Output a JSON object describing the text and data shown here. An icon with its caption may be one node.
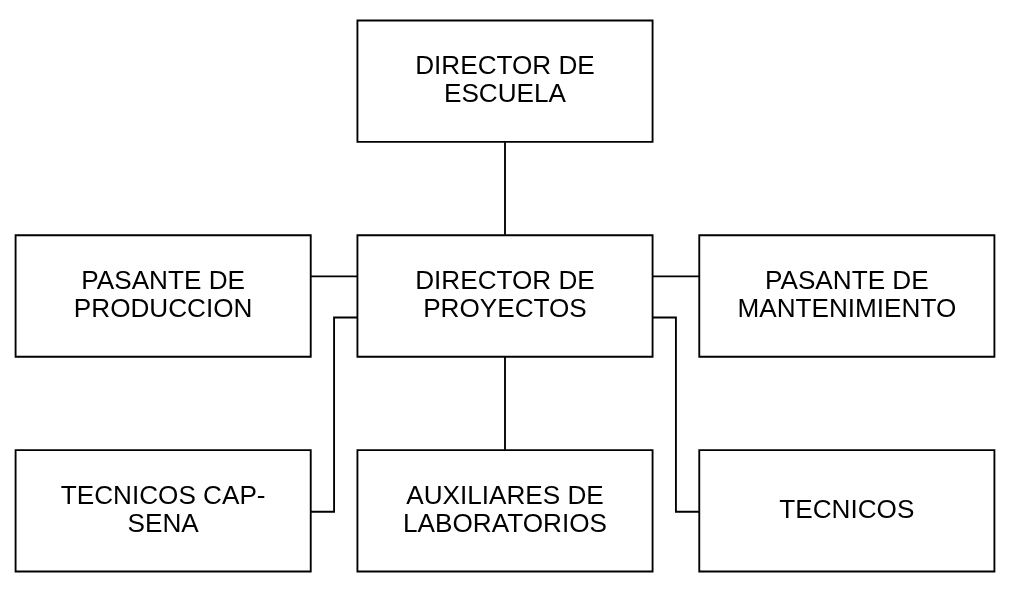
{
  "diagram": {
    "nodes": [
      {
        "text": [
          "DIRECTOR DE ESCUELA"
        ]
      },
      {
        "text": [
          "PASANTE DE PRODUCCION"
        ]
      },
      {
        "text": [
          "DIRECTOR DE PROYECTOS"
        ]
      },
      {
        "text": [
          "PASANTE DE MANTENIMIENTO"
        ]
      },
      {
        "text": [
          "TECNICOS CAP- SENA"
        ]
      },
      {
        "text": [
          "AUXILIARES DE LABORATORIOS"
        ]
      },
      {
        "text": [
          "TECNICOS"
        ]
      }
    ],
    "edges": [
      {
        "from": 0,
        "to": 2,
        "arrow": "none"
      },
      {
        "from": 1,
        "to": 2,
        "arrow": "none"
      },
      {
        "from": 2,
        "to": 3,
        "arrow": "none"
      },
      {
        "from": 2,
        "to": 4,
        "arrow": "none"
      },
      {
        "from": 2,
        "to": 5,
        "arrow": "none"
      },
      {
        "from": 2,
        "to": 6,
        "arrow": "none"
      }
    ]
  }
}
